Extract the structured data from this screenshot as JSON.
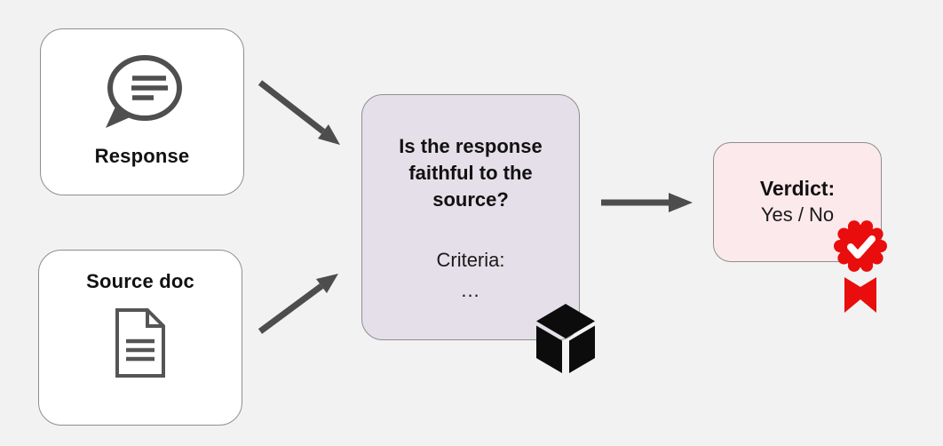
{
  "colors": {
    "background": "#f2f2f2",
    "node_fill": "#ffffff",
    "node_border": "#8e8e8e",
    "judge_fill": "#e5dfe9",
    "verdict_fill": "#fce9ec",
    "arrow_gray": "#4d4d4d",
    "icon_gray": "#4f4f4f",
    "badge_red": "#e90d0d",
    "cube_black": "#0c0c0c",
    "text": "#111111"
  },
  "diagram": {
    "nodes": {
      "response": {
        "label": "Response",
        "icon": "speech-bubble-icon"
      },
      "source": {
        "label": "Source doc",
        "icon": "document-icon"
      },
      "judge": {
        "question": "Is the response faithful to the source?",
        "criteria_label": "Criteria:",
        "criteria_value": "...",
        "icon": "cube-icon"
      },
      "verdict": {
        "title": "Verdict:",
        "value": "Yes / No",
        "icon": "award-ribbon-icon"
      }
    },
    "edges": [
      {
        "from": "response",
        "to": "judge"
      },
      {
        "from": "source",
        "to": "judge"
      },
      {
        "from": "judge",
        "to": "verdict"
      }
    ]
  }
}
